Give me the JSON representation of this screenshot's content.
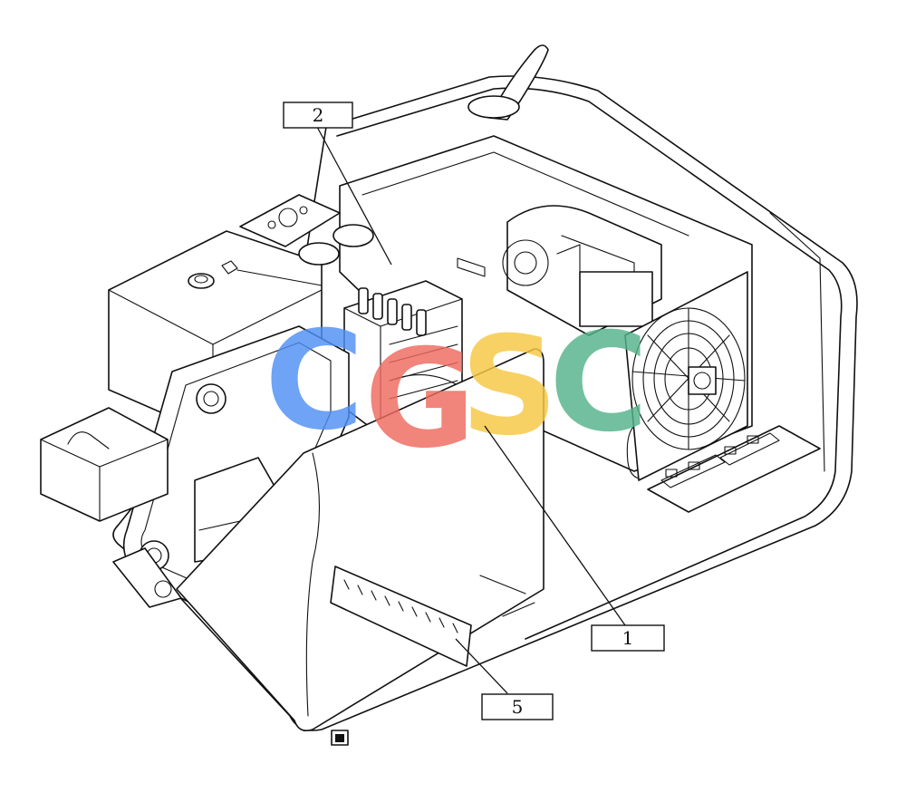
{
  "callouts": [
    {
      "id": "callout-2",
      "label": "2"
    },
    {
      "id": "callout-1",
      "label": "1"
    },
    {
      "id": "callout-5",
      "label": "5"
    }
  ],
  "watermark": {
    "letters": [
      "C",
      "G",
      "S",
      "C"
    ],
    "colors": [
      "#4f8ff5",
      "#ee6a5f",
      "#f7c843",
      "#54b38a"
    ]
  }
}
